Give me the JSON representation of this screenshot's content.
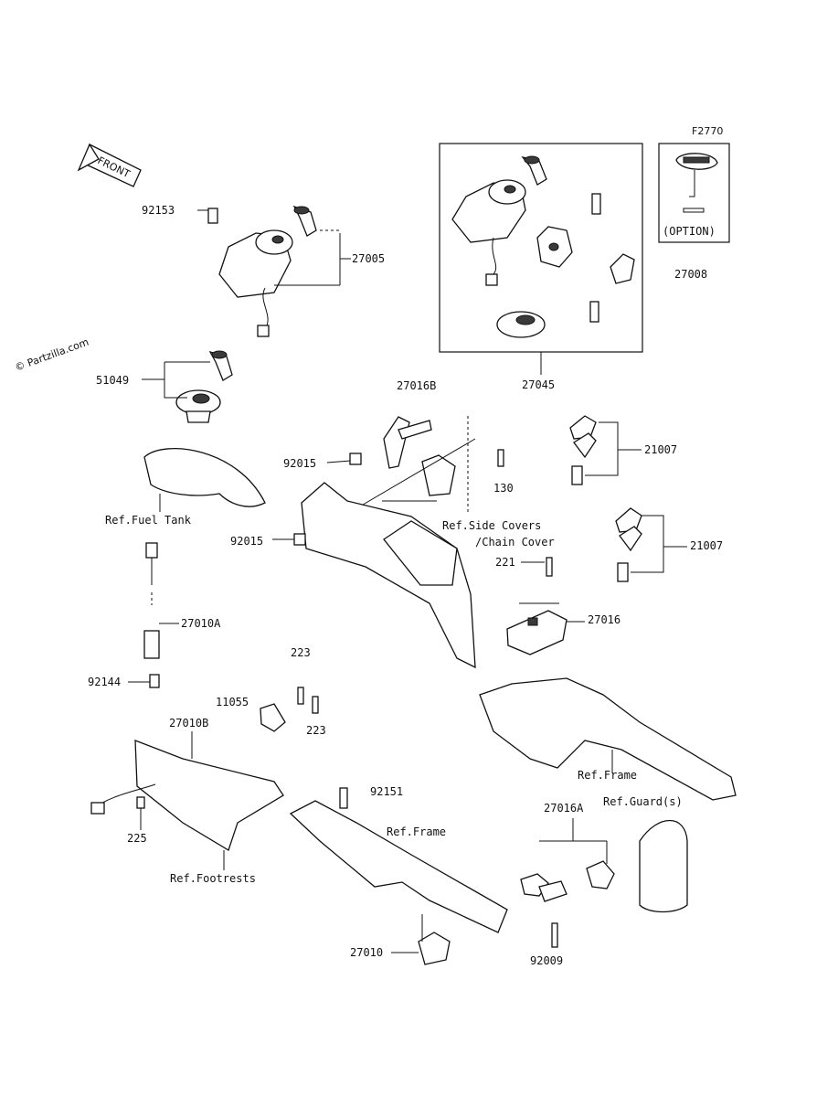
{
  "figure_id": "F2770",
  "watermark": "© Partzilla.com",
  "front_arrow_label": "FRONT",
  "option_label": "(OPTION)",
  "part_numbers": {
    "p92153": "92153",
    "p27005": "27005",
    "p27045": "27045",
    "p27008": "27008",
    "p51049": "51049",
    "p27016B": "27016B",
    "p92015a": "92015",
    "p92015b": "92015",
    "p130": "130",
    "p21007a": "21007",
    "p21007b": "21007",
    "p221": "221",
    "p27016": "27016",
    "p27010A": "27010A",
    "p223a": "223",
    "p223b": "223",
    "p11055": "11055",
    "p92144": "92144",
    "p27010B": "27010B",
    "p225": "225",
    "p92151": "92151",
    "p27016A": "27016A",
    "p27010": "27010",
    "p92009": "92009"
  },
  "references": {
    "fuel_tank": "Ref.Fuel Tank",
    "side_covers": "Ref.Side Covers",
    "chain_cover": "/Chain Cover",
    "frame_right": "Ref.Frame",
    "frame_center": "Ref.Frame",
    "guards": "Ref.Guard(s)",
    "footrests": "Ref.Footrests"
  }
}
